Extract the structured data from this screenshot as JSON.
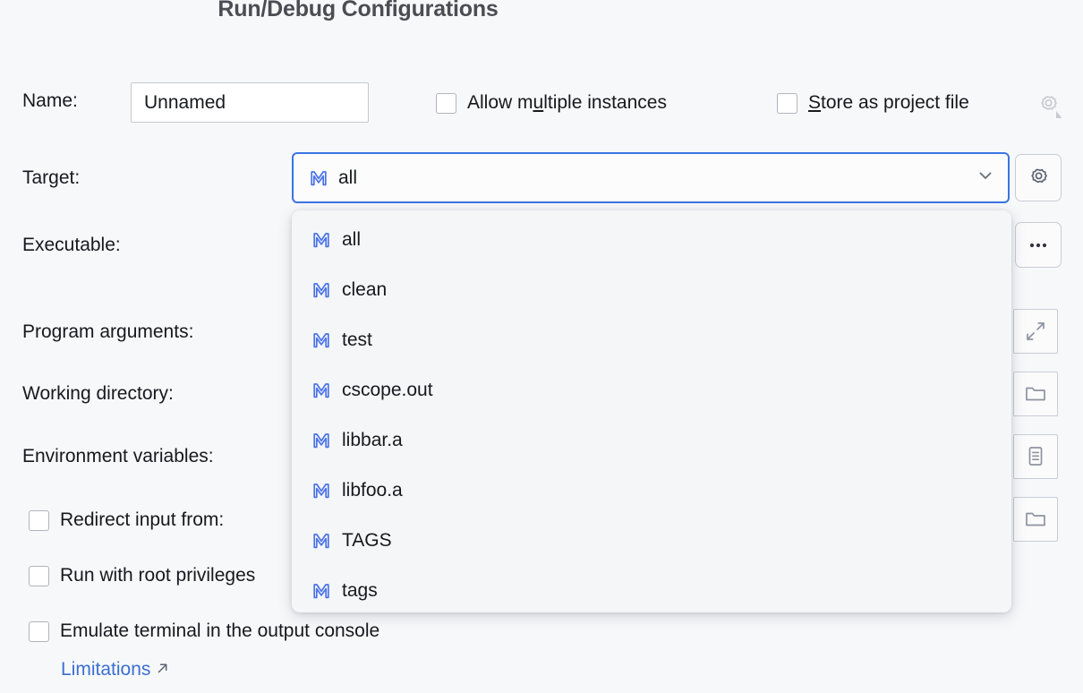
{
  "dialog": {
    "title": "Run/Debug Configurations"
  },
  "name_field": {
    "label": "Name:",
    "value": "Unnamed",
    "placeholder": ""
  },
  "options": {
    "allow_multiple": {
      "label": "Allow multiple instances",
      "mnemonic_before": "Allow m",
      "mnemonic_char": "u",
      "mnemonic_after": "ltiple instances",
      "checked": false
    },
    "store_as_project_file": {
      "label": "Store as project file",
      "mnemonic_before": "",
      "mnemonic_char": "S",
      "mnemonic_after": "tore as project file",
      "checked": false,
      "gear_icon": "gear-icon-disabled"
    }
  },
  "target": {
    "label": "Target:",
    "selected": "all",
    "icon": "makefile-target-icon",
    "chevron": "chevron-down-icon",
    "expanded": true,
    "items": [
      {
        "label": "all",
        "icon": "makefile-target-icon"
      },
      {
        "label": "clean",
        "icon": "makefile-target-icon"
      },
      {
        "label": "test",
        "icon": "makefile-target-icon"
      },
      {
        "label": "cscope.out",
        "icon": "makefile-target-icon"
      },
      {
        "label": "libbar.a",
        "icon": "makefile-target-icon"
      },
      {
        "label": "libfoo.a",
        "icon": "makefile-target-icon"
      },
      {
        "label": "TAGS",
        "icon": "makefile-target-icon"
      },
      {
        "label": "tags",
        "icon": "makefile-target-icon"
      }
    ]
  },
  "fields": {
    "executable": {
      "label": "Executable:",
      "value": ""
    },
    "program_arguments": {
      "label": "Program arguments:",
      "value": ""
    },
    "working_directory": {
      "label": "Working directory:",
      "value": ""
    },
    "environment_variables": {
      "label": "Environment variables:",
      "value": ""
    }
  },
  "checkboxes": {
    "redirect_input": {
      "label": "Redirect input from:",
      "checked": false
    },
    "run_root": {
      "label": "Run with root privileges",
      "checked": false
    },
    "emulate_terminal": {
      "label": "Emulate terminal in the output console",
      "checked": false
    }
  },
  "limitations_link": {
    "label": "Limitations",
    "icon": "external-link-arrow-icon"
  },
  "side_buttons": [
    {
      "name": "target-settings",
      "icon": "gear-icon"
    },
    {
      "name": "executable-browse",
      "icon": "ellipsis-icon",
      "label": "..."
    },
    {
      "name": "program-arguments-expand",
      "icon": "expand-arrows-icon"
    },
    {
      "name": "working-directory-browse",
      "icon": "folder-icon"
    },
    {
      "name": "environment-variables-edit",
      "icon": "document-list-icon"
    },
    {
      "name": "redirect-input-browse",
      "icon": "folder-icon"
    }
  ],
  "colors": {
    "background": "#f7f8fa",
    "accent_blue": "#3b74e0",
    "icon_blue": "#4a72e8",
    "link_blue": "#3b6fd4",
    "text": "#16191d",
    "title": "#4a4d52",
    "border": "#c9ccd4"
  }
}
